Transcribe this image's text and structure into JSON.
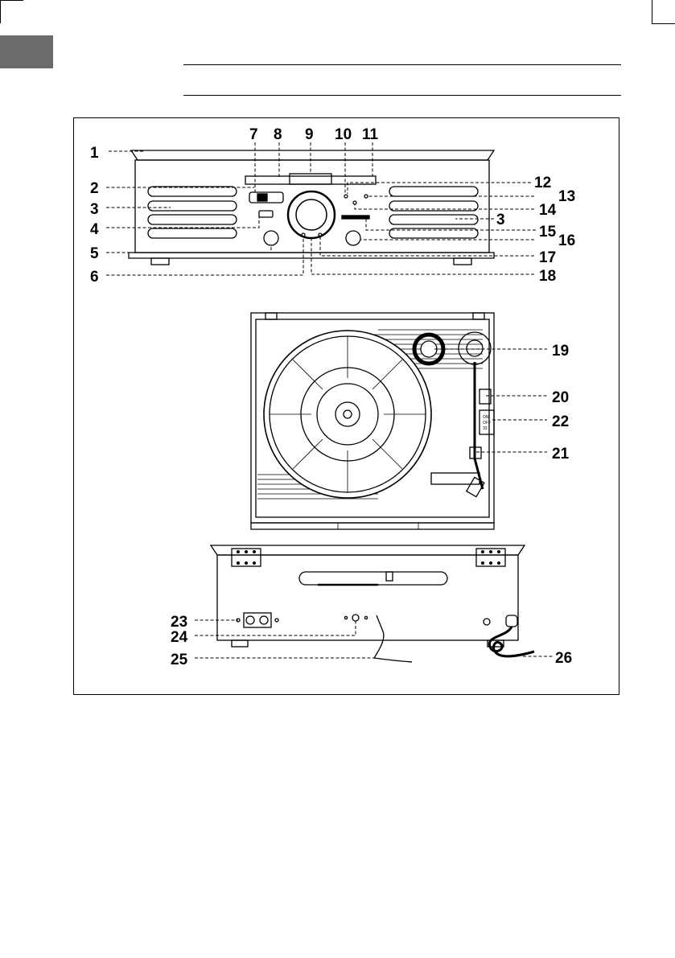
{
  "labels": {
    "l1": "1",
    "l2": "2",
    "l3a": "3",
    "l3b": "3",
    "l4": "4",
    "l5": "5",
    "l6": "6",
    "l7": "7",
    "l8": "8",
    "l9": "9",
    "l10": "10",
    "l11": "11",
    "l12": "12",
    "l13": "13",
    "l14": "14",
    "l15": "15",
    "l16": "16",
    "l17": "17",
    "l18": "18",
    "l19": "19",
    "l20": "20",
    "l21": "21",
    "l22": "22",
    "l23": "23",
    "l24": "24",
    "l25": "25",
    "l26": "26"
  },
  "switch_text": {
    "on": "ON",
    "off": "OFF",
    "speed": "33"
  },
  "colors": {
    "line": "#000000",
    "tab": "#6b6b6b",
    "knob": "#000000"
  }
}
